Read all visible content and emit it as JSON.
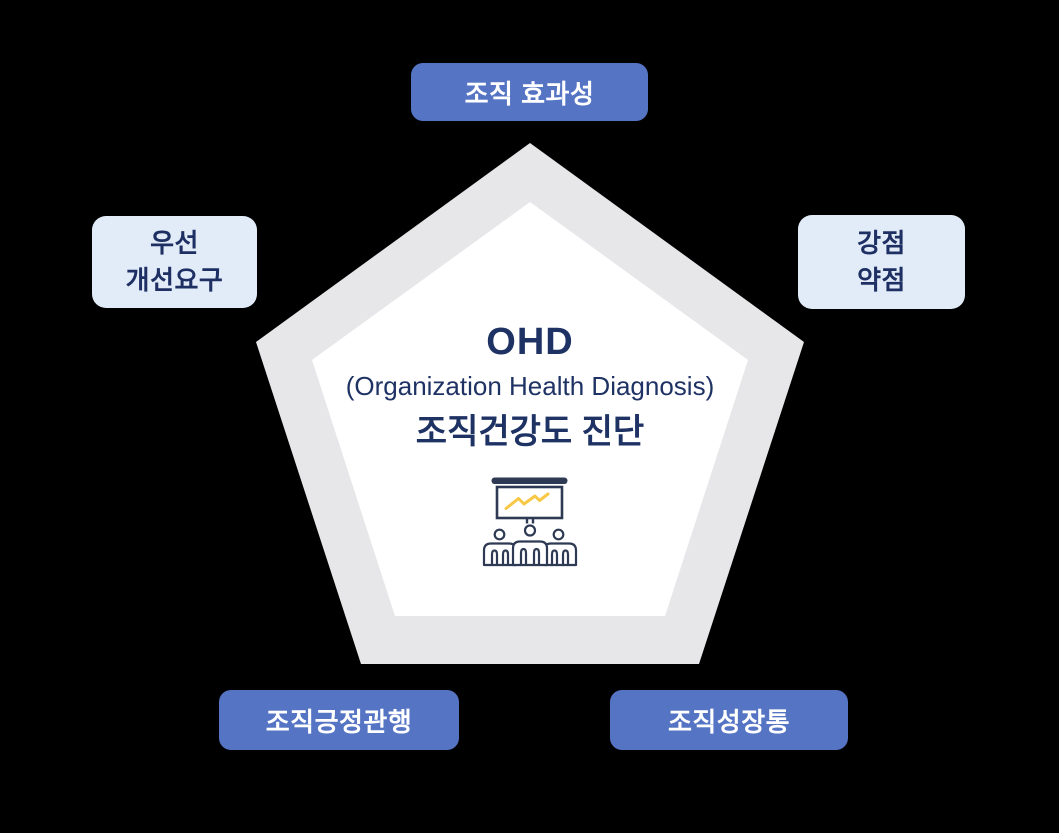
{
  "diagram": {
    "name": "OHD organization health diagnosis pentagon diagram",
    "center": {
      "title": "OHD",
      "subtitle": "(Organization Health Diagnosis)",
      "subtitle_kr": "조직건강도 진단",
      "icon": "presentation-chart-audience-icon"
    },
    "badges": {
      "top": {
        "label": "조직 효과성"
      },
      "left": {
        "line1": "우선",
        "line2": "개선요구"
      },
      "right": {
        "line1": "강점",
        "line2": "약점"
      },
      "bottom_left": {
        "label": "조직긍정관행"
      },
      "bottom_right": {
        "label": "조직성장통"
      }
    },
    "colors": {
      "solid_badge_blue": "#5574c4",
      "light_badge_blue": "#e2ecf8",
      "navy_text": "#1e3264",
      "pentagon_outer_gray": "#e7e7e9",
      "pentagon_inner_white": "#ffffff",
      "icon_outline_navy": "#2e3a53",
      "icon_trend_yellow": "#f8c845",
      "background": "#000000"
    }
  }
}
